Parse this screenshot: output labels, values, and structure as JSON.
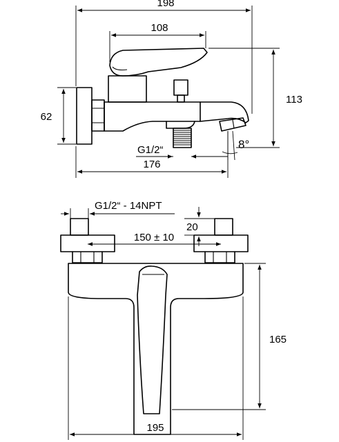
{
  "side_view": {
    "dimensions": {
      "overall_length": "198",
      "lever_length": "108",
      "wall_height": "62",
      "total_height": "113",
      "outlet_thread": "G1/2“",
      "reach": "176",
      "spout_angle": "8°"
    }
  },
  "top_view": {
    "dimensions": {
      "connection_thread": "G1/2“ - 14NPT",
      "connector_height": "20",
      "center_distance": "150 ± 10",
      "body_depth": "165",
      "body_width": "195"
    }
  }
}
